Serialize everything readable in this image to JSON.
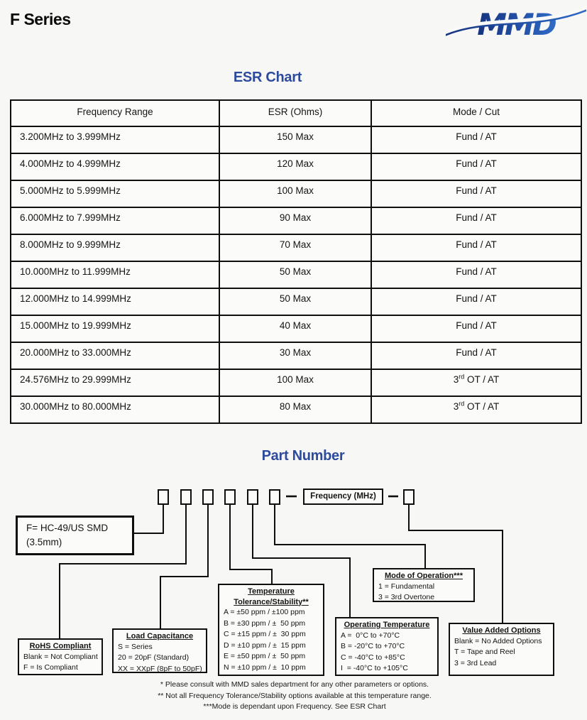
{
  "header": {
    "product_series": "F Series",
    "logo": "MMD"
  },
  "colors": {
    "accent_blue": "#2d4b9c",
    "logo_blue_dark": "#16337f",
    "logo_blue_light": "#2f6bc7"
  },
  "esr_chart": {
    "title": "ESR Chart",
    "columns": [
      "Frequency Range",
      "ESR (Ohms)",
      "Mode / Cut"
    ],
    "rows": [
      [
        "3.200MHz to 3.999MHz",
        "150 Max",
        "Fund / AT"
      ],
      [
        "4.000MHz to 4.999MHz",
        "120 Max",
        "Fund / AT"
      ],
      [
        "5.000MHz to 5.999MHz",
        "100 Max",
        "Fund / AT"
      ],
      [
        "6.000MHz to 7.999MHz",
        "90 Max",
        "Fund / AT"
      ],
      [
        "8.000MHz to 9.999MHz",
        "70 Max",
        "Fund / AT"
      ],
      [
        "10.000MHz to 11.999MHz",
        "50 Max",
        "Fund / AT"
      ],
      [
        "12.000MHz to 14.999MHz",
        "50 Max",
        "Fund / AT"
      ],
      [
        "15.000MHz to 19.999MHz",
        "40 Max",
        "Fund / AT"
      ],
      [
        "20.000MHz to 33.000MHz",
        "30 Max",
        "Fund / AT"
      ],
      [
        "24.576MHz to 29.999MHz",
        "100 Max",
        "3rd OT / AT"
      ],
      [
        "30.000MHz to 80.000MHz",
        "80 Max",
        "3rd OT / AT"
      ]
    ]
  },
  "part_number": {
    "title": "Part Number",
    "frequency_label": "Frequency (MHz)",
    "package_line1": "F= HC-49/US SMD",
    "package_line2": "(3.5mm)",
    "option_boxes": [
      {
        "title": "RoHS Compliant",
        "lines": [
          "Blank = Not Compliant",
          "F = Is Compliant"
        ]
      },
      {
        "title": "Load Capacitance",
        "lines": [
          "S = Series",
          "20 = 20pF (Standard)",
          "XX = XXpF (8pF to 50pF)"
        ]
      },
      {
        "title": "Temperature",
        "title2": "Tolerance/Stability**",
        "lines": [
          "A = ±50 ppm / ±100 ppm",
          "B = ±30 ppm / ±  50 ppm",
          "C = ±15 ppm / ±  30 ppm",
          "D = ±10 ppm / ±  15 ppm",
          "E = ±50 ppm / ±  50 ppm",
          "N = ±10 ppm / ±  10 ppm"
        ]
      },
      {
        "title": "Operating Temperature",
        "lines": [
          "A =  0°C to +70°C",
          "B = -20°C to +70°C",
          "C = -40°C to +85°C",
          "I  = -40°C to +105°C"
        ]
      },
      {
        "title": "Mode of Operation***",
        "lines": [
          "1 = Fundamental",
          "3 = 3rd Overtone"
        ]
      },
      {
        "title": "Value Added Options",
        "lines": [
          "Blank = No Added Options",
          "T = Tape and Reel",
          "3 = 3rd Lead"
        ]
      }
    ],
    "footnotes": [
      "* Please consult with MMD sales department for any other parameters or options.",
      "** Not all Frequency Tolerance/Stability options available at this temperature range.",
      "***Mode is dependant upon Frequency. See ESR Chart"
    ]
  }
}
